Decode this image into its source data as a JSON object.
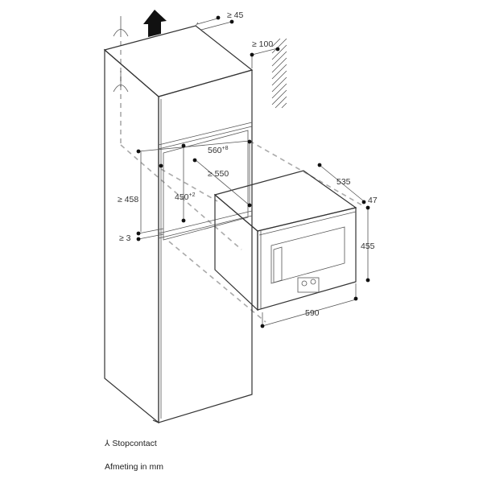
{
  "diagram": {
    "dimensions": {
      "top_gap": "≥ 45",
      "wall_gap": "≥ 100",
      "niche_width": "560",
      "niche_width_tol": "+8",
      "niche_depth": "≥ 550",
      "niche_height_min": "≥ 458",
      "niche_height": "450",
      "niche_height_tol": "+2",
      "bottom_gap": "≥ 3",
      "appliance_depth": "535",
      "front_panel": "47",
      "appliance_height": "455",
      "appliance_width": "590"
    },
    "legend": {
      "socket_label": "Stopcontact",
      "units_note": "Afmeting in mm"
    }
  }
}
